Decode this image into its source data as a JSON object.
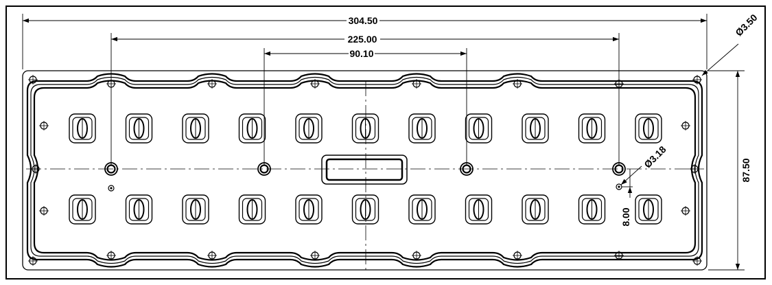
{
  "drawing": {
    "dimensions": {
      "overall_length": "304.50",
      "outer_hole_pitch": "225.00",
      "inner_hole_pitch": "90.10",
      "overall_height": "87.50",
      "corner_hole_diameter": "Ø3.50",
      "small_hole_diameter": "Ø3.18",
      "small_hole_offset": "8.00"
    },
    "lens_rows": 2,
    "lens_columns": 11,
    "colors": {
      "line": "#000000",
      "background": "#ffffff"
    }
  }
}
